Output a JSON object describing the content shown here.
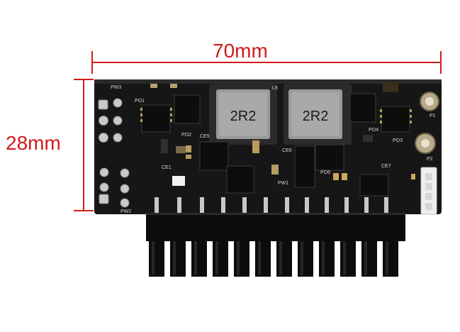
{
  "dimensions": {
    "width_label": "70mm",
    "height_label": "28mm",
    "line_color": "#d11a1a"
  },
  "board": {
    "inductor_left_marking": "2R2",
    "inductor_right_marking": "2R2",
    "silkscreen": [
      "PW3",
      "PO1",
      "PO2",
      "CE5",
      "CE6",
      "PO3",
      "PO4",
      "PW2",
      "PW1",
      "PO6",
      "CE7",
      "P1",
      "P2",
      "CE1",
      "L9"
    ],
    "pcb_color": "#161616",
    "connector_color": "#0c0c0c"
  }
}
